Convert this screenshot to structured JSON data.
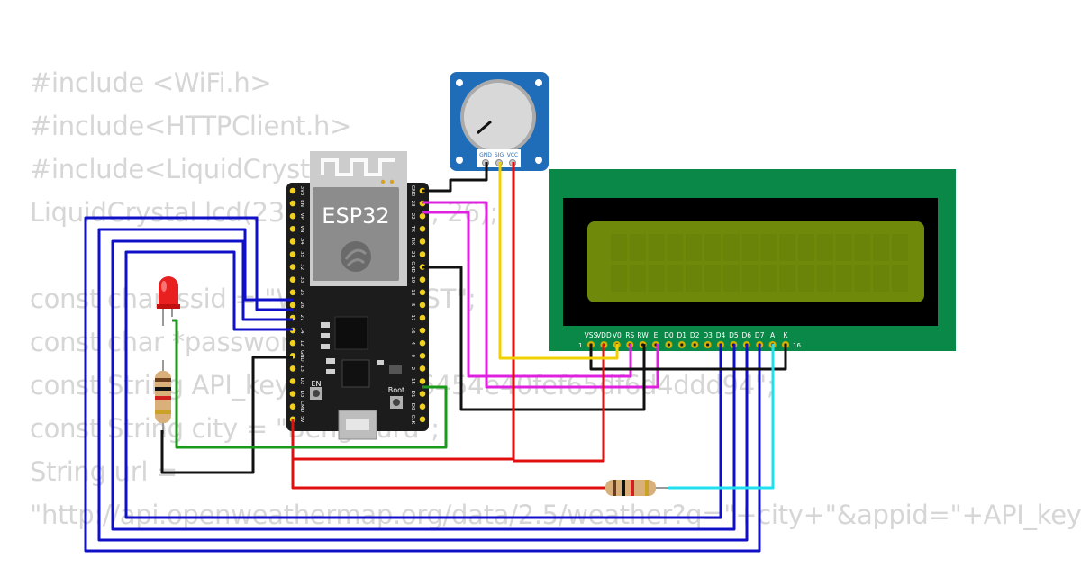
{
  "code_lines": [
    "#include <WiFi.h>",
    "#include<HTTPClient.h>",
    "#include<LiquidCrystal.h>",
    "LiquidCrystal lcd(23, 22, 14, 27, 26);",
    "",
    "const char*ssid = \"Wokwi-GUEST\";",
    "const char *password = \"\";",
    "const String API_key = \"6c3dd6454e40fef65df6d4ddd94\";",
    "const String city = \"Bengaluru\";",
    "String url =",
    "\"http://api.openweathermap.org/data/2.5/weather?q=\"+city+\"&appid=\"+API_key;"
  ],
  "esp32": {
    "label": "ESP32",
    "en_label": "EN",
    "boot_label": "Boot",
    "left_pins": [
      "3V3",
      "EN",
      "VP",
      "VN",
      "34",
      "35",
      "32",
      "33",
      "25",
      "26",
      "27",
      "14",
      "12",
      "GND",
      "13",
      "D2",
      "D3",
      "CMD",
      "5V"
    ],
    "right_pins": [
      "GND",
      "23",
      "22",
      "TX",
      "RX",
      "21",
      "GND",
      "19",
      "18",
      "5",
      "17",
      "16",
      "4",
      "0",
      "2",
      "15",
      "D1",
      "D0",
      "CLK"
    ]
  },
  "pot": {
    "pins": [
      "GND",
      "SIG",
      "VCC"
    ]
  },
  "lcd": {
    "pins": [
      "VSS",
      "VDD",
      "V0",
      "RS",
      "RW",
      "E",
      "D0",
      "D1",
      "D2",
      "D3",
      "D4",
      "D5",
      "D6",
      "D7",
      "A",
      "K"
    ],
    "first_index": "1",
    "last_index": "16"
  },
  "colors": {
    "wire_blue": "#1010c8",
    "wire_magenta": "#e020e0",
    "wire_black": "#111111",
    "wire_red": "#e01010",
    "wire_yellow": "#f0d000",
    "wire_green": "#1a9a1a",
    "wire_cyan": "#20e0f0",
    "lcd_pcb": "#0a8848",
    "lcd_screen": "#6f8a0a",
    "pot_pcb": "#1f6db8",
    "esp_board": "#1c1c1c"
  }
}
